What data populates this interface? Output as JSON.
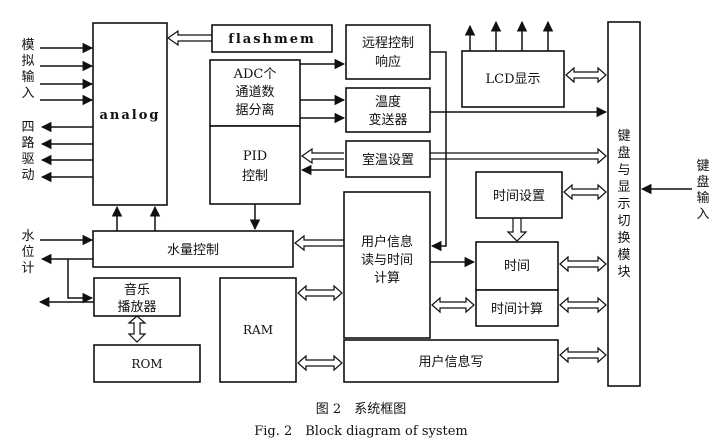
{
  "blocks": {
    "analog": "analog",
    "flashmem": "flashmem",
    "remote": [
      "远程控制",
      "响应"
    ],
    "lcd": "LCD显示",
    "adc": [
      "ADC个",
      "通道数",
      "据分离"
    ],
    "temp_tx": [
      "温度",
      "变送器"
    ],
    "pid": [
      "PID",
      "控制"
    ],
    "room_temp": "室温设置",
    "keyboard_switch": [
      "键",
      "盘",
      "与",
      "显",
      "示",
      "切",
      "换",
      "模",
      "块"
    ],
    "time_set": "时间设置",
    "water_ctrl": "水量控制",
    "user_info": [
      "用户信息",
      "读与时间",
      "计算"
    ],
    "time": "时间",
    "time_calc": "时间计算",
    "music": [
      "音乐",
      "播放器"
    ],
    "ram": "RAM",
    "rom": "ROM",
    "user_write": "用户信息写"
  },
  "labels": {
    "analog_input": [
      "模",
      "拟",
      "输",
      "入"
    ],
    "four_drive": [
      "四",
      "路",
      "驱",
      "动"
    ],
    "water_level": [
      "水",
      "位",
      "计"
    ],
    "keyboard_input": [
      "键",
      "盘",
      "输",
      "入"
    ]
  },
  "caption": {
    "zh": "图 2　系统框图",
    "en": "Fig. 2　Block diagram of system"
  }
}
